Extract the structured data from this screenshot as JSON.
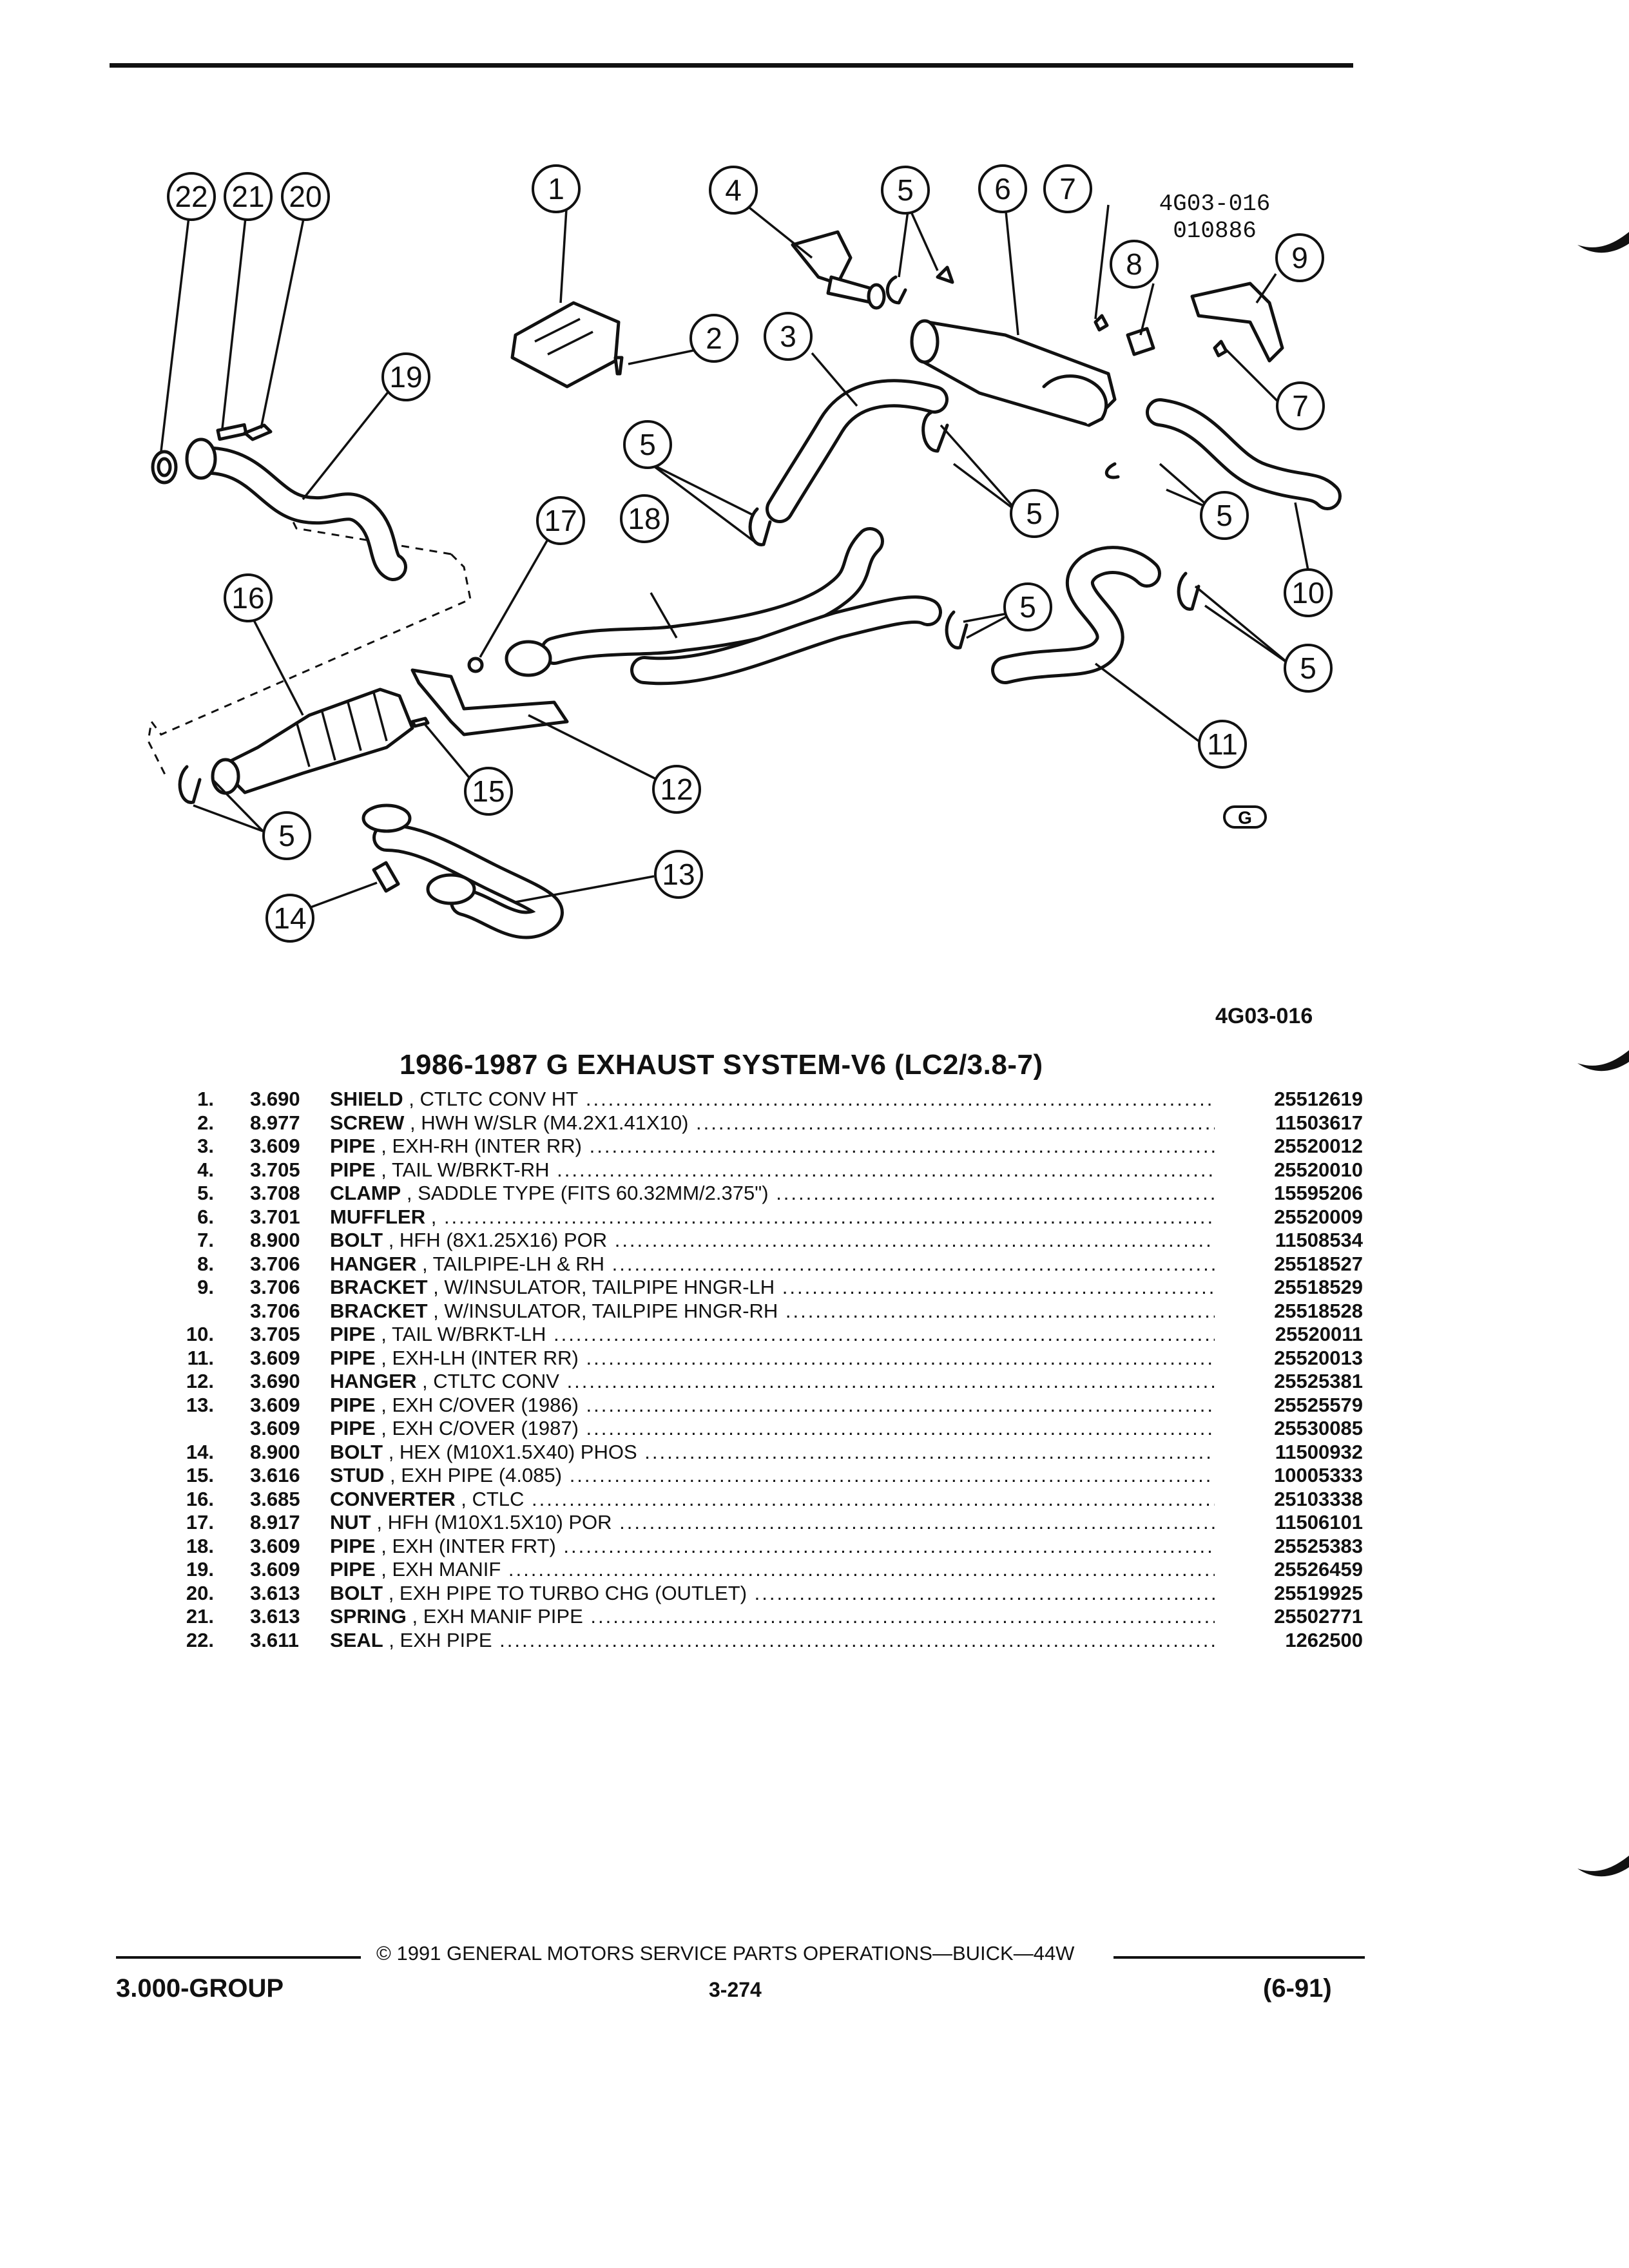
{
  "diagram": {
    "ref_code": "4G03-016",
    "ref_date": "010886",
    "figure_code": "4G03-016",
    "callouts": [
      "1",
      "2",
      "3",
      "4",
      "5",
      "6",
      "7",
      "8",
      "9",
      "10",
      "11",
      "12",
      "13",
      "14",
      "15",
      "16",
      "17",
      "18",
      "19",
      "20",
      "21",
      "22"
    ],
    "logo": "G"
  },
  "heading": "1986-1987 G EXHAUST SYSTEM-V6 (LC2/3.8-7)",
  "parts": [
    {
      "num": "1.",
      "code": "3.690",
      "name": "SHIELD",
      "desc": "CTLTC CONV HT",
      "pn": "25512619"
    },
    {
      "num": "2.",
      "code": "8.977",
      "name": "SCREW",
      "desc": "HWH W/SLR (M4.2X1.41X10)",
      "pn": "11503617"
    },
    {
      "num": "3.",
      "code": "3.609",
      "name": "PIPE",
      "desc": "EXH-RH (INTER RR)",
      "pn": "25520012"
    },
    {
      "num": "4.",
      "code": "3.705",
      "name": "PIPE",
      "desc": "TAIL W/BRKT-RH",
      "pn": "25520010"
    },
    {
      "num": "5.",
      "code": "3.708",
      "name": "CLAMP",
      "desc": "SADDLE TYPE (FITS 60.32MM/2.375\")",
      "pn": "15595206"
    },
    {
      "num": "6.",
      "code": "3.701",
      "name": "MUFFLER",
      "desc": "",
      "pn": "25520009"
    },
    {
      "num": "7.",
      "code": "8.900",
      "name": "BOLT",
      "desc": "HFH (8X1.25X16) POR",
      "pn": "11508534"
    },
    {
      "num": "8.",
      "code": "3.706",
      "name": "HANGER",
      "desc": "TAILPIPE-LH & RH",
      "pn": "25518527"
    },
    {
      "num": "9.",
      "code": "3.706",
      "name": "BRACKET",
      "desc": "W/INSULATOR, TAILPIPE HNGR-LH",
      "pn": "25518529"
    },
    {
      "num": "",
      "code": "3.706",
      "name": "BRACKET",
      "desc": "W/INSULATOR, TAILPIPE HNGR-RH",
      "pn": "25518528"
    },
    {
      "num": "10.",
      "code": "3.705",
      "name": "PIPE",
      "desc": "TAIL W/BRKT-LH",
      "pn": "25520011"
    },
    {
      "num": "11.",
      "code": "3.609",
      "name": "PIPE",
      "desc": "EXH-LH (INTER RR)",
      "pn": "25520013"
    },
    {
      "num": "12.",
      "code": "3.690",
      "name": "HANGER",
      "desc": "CTLTC CONV",
      "pn": "25525381"
    },
    {
      "num": "13.",
      "code": "3.609",
      "name": "PIPE",
      "desc": "EXH C/OVER (1986)",
      "pn": "25525579"
    },
    {
      "num": "",
      "code": "3.609",
      "name": "PIPE",
      "desc": "EXH C/OVER (1987)",
      "pn": "25530085"
    },
    {
      "num": "14.",
      "code": "8.900",
      "name": "BOLT",
      "desc": "HEX (M10X1.5X40) PHOS",
      "pn": "11500932"
    },
    {
      "num": "15.",
      "code": "3.616",
      "name": "STUD",
      "desc": "EXH PIPE (4.085)",
      "pn": "10005333"
    },
    {
      "num": "16.",
      "code": "3.685",
      "name": "CONVERTER",
      "desc": "CTLC",
      "pn": "25103338"
    },
    {
      "num": "17.",
      "code": "8.917",
      "name": "NUT",
      "desc": "HFH (M10X1.5X10) POR",
      "pn": "11506101"
    },
    {
      "num": "18.",
      "code": "3.609",
      "name": "PIPE",
      "desc": "EXH (INTER FRT)",
      "pn": "25525383"
    },
    {
      "num": "19.",
      "code": "3.609",
      "name": "PIPE",
      "desc": "EXH MANIF",
      "pn": "25526459"
    },
    {
      "num": "20.",
      "code": "3.613",
      "name": "BOLT",
      "desc": "EXH PIPE TO TURBO CHG (OUTLET)",
      "pn": "25519925"
    },
    {
      "num": "21.",
      "code": "3.613",
      "name": "SPRING",
      "desc": "EXH MANIF PIPE",
      "pn": "25502771"
    },
    {
      "num": "22.",
      "code": "3.611",
      "name": "SEAL",
      "desc": "EXH PIPE",
      "pn": "1262500"
    }
  ],
  "footer": {
    "copyright": "© 1991 GENERAL MOTORS SERVICE PARTS OPERATIONS—BUICK—44W",
    "group": "3.000-GROUP",
    "page": "3-274",
    "revision": "(6-91)"
  }
}
